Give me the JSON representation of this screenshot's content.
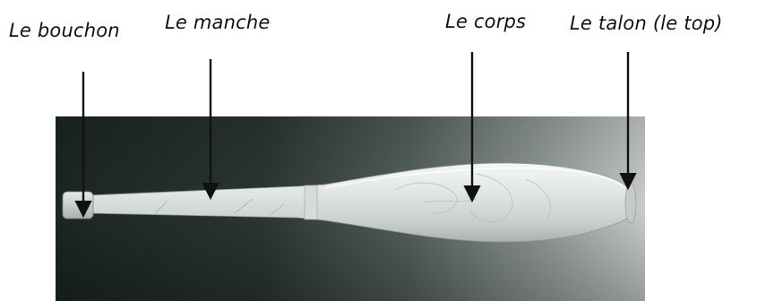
{
  "labels": {
    "bouchon": "Le bouchon",
    "manche": "Le manche",
    "corps": "Le corps",
    "talon": "Le talon (le top)"
  },
  "colors": {
    "background": "#ffffff",
    "text": "#111111",
    "photo_dark": "#1f2a26",
    "photo_mid": "#6f7a76",
    "club_light": "#e8ecea"
  },
  "image": {
    "subject": "juggling club"
  }
}
